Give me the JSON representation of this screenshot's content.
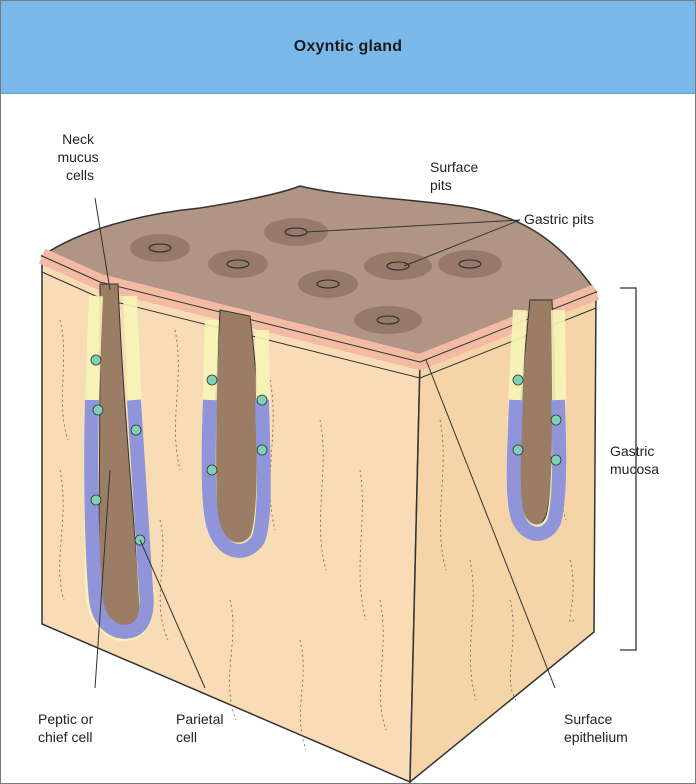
{
  "title": "Oxyntic gland",
  "labels": {
    "neck_mucus_cells": [
      "Neck",
      "mucus",
      "cells"
    ],
    "surface_pits": [
      "Surface",
      "pits"
    ],
    "gastric_pits": [
      "Gastric pits"
    ],
    "gastric_mucosa": [
      "Gastric",
      "mucosa"
    ],
    "peptic_or_chief_cell": [
      "Peptic or",
      "chief cell"
    ],
    "parietal_cell": [
      "Parietal",
      "cell"
    ],
    "surface_epithelium": [
      "Surface",
      "epithelium"
    ]
  },
  "colors": {
    "header": "#79b8e8",
    "tissue_face": "#f7dcb5",
    "tissue_top": "#b09584",
    "surface_epithelium": "#f3bba3",
    "mucus_cell": "#f6f4b6",
    "parietal_cell": "#7fd0b6",
    "chief_cell": "#8f95d8",
    "lumen": "#9b7d66"
  }
}
